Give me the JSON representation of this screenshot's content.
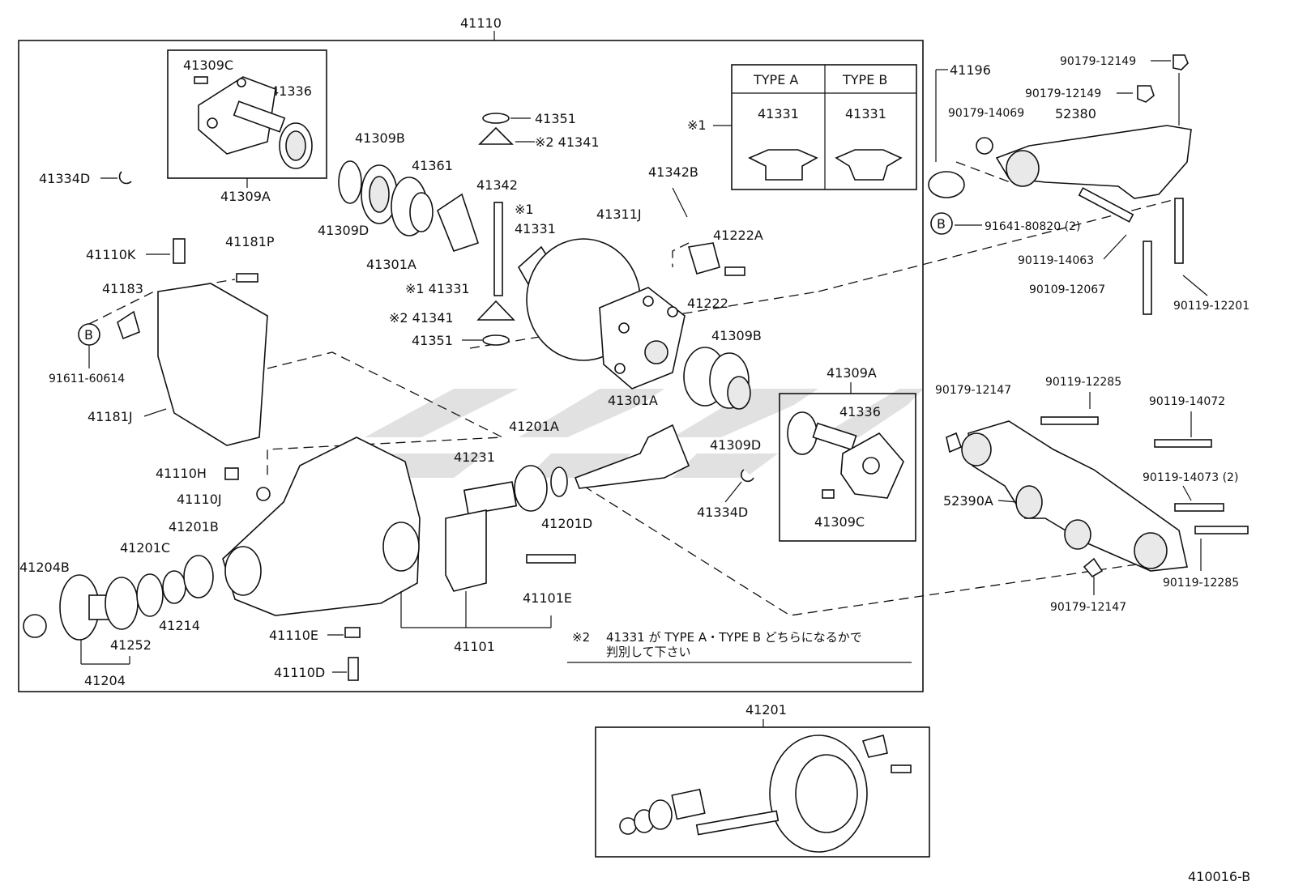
{
  "diagram": {
    "assembly_number": "41110",
    "figure_code": "410016-B",
    "type_table": {
      "marker": "※1",
      "columns": [
        {
          "header": "TYPE A",
          "part": "41331"
        },
        {
          "header": "TYPE B",
          "part": "41331"
        }
      ]
    },
    "note": {
      "marker": "※2",
      "line1": "41331 が TYPE A・TYPE B どちらになるかで",
      "line2": "判別して下さい"
    },
    "ring_gear_set_label": "41201",
    "b_markers": [
      "B",
      "B"
    ],
    "labels": {
      "l41309C_top": "41309C",
      "l41336_top": "41336",
      "l41309A_top": "41309A",
      "l41334D_left": "41334D",
      "l41309B_top": "41309B",
      "l41361": "41361",
      "l41309D_top": "41309D",
      "l41301A_top": "41301A",
      "l41351_top": "41351",
      "l41341_top": "※2 41341",
      "l41342": "41342",
      "l41331_mark": "※1",
      "l41331_mid": "41331",
      "l41331_star": "※1 41331",
      "l41341_star": "※2 41341",
      "l41351_bot": "41351",
      "l41342B": "41342B",
      "l41311J": "41311J",
      "l41222A": "41222A",
      "l41222": "41222",
      "l41309B_right": "41309B",
      "l41301A_right": "41301A",
      "l41309D_right": "41309D",
      "l41309A_right": "41309A",
      "l41336_right": "41336",
      "l41309C_right": "41309C",
      "l41334D_right": "41334D",
      "l41110K": "41110K",
      "l41181P": "41181P",
      "l41183": "41183",
      "l91611": "91611-60614",
      "l41181J": "41181J",
      "l41110H": "41110H",
      "l41110J": "41110J",
      "l41201B": "41201B",
      "l41201C": "41201C",
      "l41204B": "41204B",
      "l41214": "41214",
      "l41252": "41252",
      "l41204": "41204",
      "l41231": "41231",
      "l41201A": "41201A",
      "l41201D": "41201D",
      "l41101E": "41101E",
      "l41101": "41101",
      "l41110E": "41110E",
      "l41110D": "41110D",
      "l41196": "41196",
      "l90179_12149_a": "90179-12149",
      "l90179_12149_b": "90179-12149",
      "l90179_14069": "90179-14069",
      "l52380": "52380",
      "l91641": "91641-80820 (2)",
      "l90119_14063": "90119-14063",
      "l90109_12067": "90109-12067",
      "l90119_12201": "90119-12201",
      "l90179_12147_a": "90179-12147",
      "l90119_12285_a": "90119-12285",
      "l90119_14072": "90119-14072",
      "l90119_14073": "90119-14073 (2)",
      "l52390A": "52390A",
      "l90119_12285_b": "90119-12285",
      "l90179_12147_b": "90179-12147"
    }
  }
}
